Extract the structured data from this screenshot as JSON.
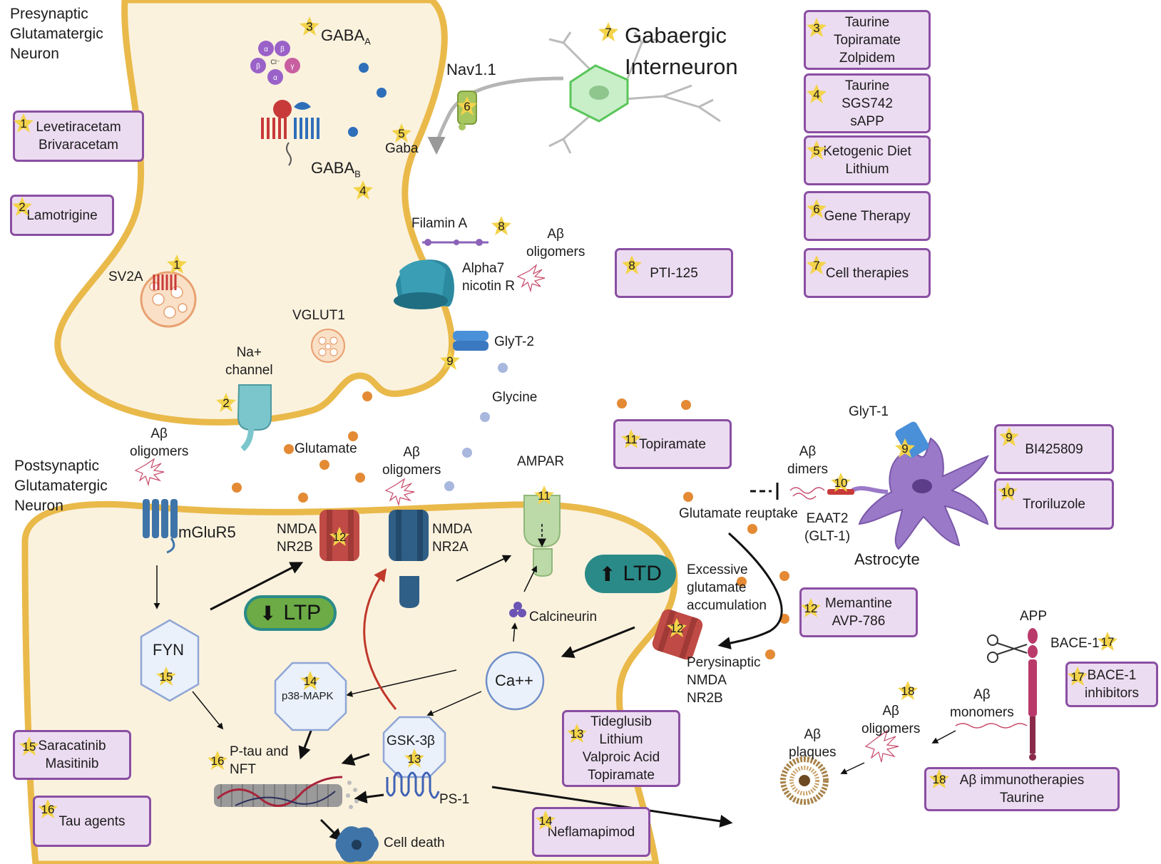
{
  "labels": {
    "presynaptic": [
      "Presynaptic",
      "Glutamatergic",
      "Neuron"
    ],
    "postsynaptic": [
      "Postsynaptic",
      "Glutamatergic",
      "Neuron"
    ],
    "gaba_a": "GABA",
    "gaba_a_sub": "A",
    "gaba_b": "GABA",
    "gaba_b_sub": "B",
    "gabaergic": [
      "Gabaergic",
      "Interneuron"
    ],
    "nav11": "Nav1.1",
    "gaba": "Gaba",
    "filamin": "Filamin A",
    "ab_oligomers_top": [
      "Aβ",
      "oligomers"
    ],
    "alpha7": [
      "Alpha7",
      "nicotin R"
    ],
    "sv2a": "SV2A",
    "vglut1": "VGLUT1",
    "glyt2": "GlyT-2",
    "na_channel": [
      "Na+",
      "channel"
    ],
    "glycine": "Glycine",
    "ab_oligomers_left": [
      "Aβ",
      "oligomers"
    ],
    "glutamate": "Glutamate",
    "ab_oligomers_mid": [
      "Aβ",
      "oligomers"
    ],
    "ampar": "AMPAR",
    "mglur5": "mGluR5",
    "nmda_nr2b": [
      "NMDA",
      "NR2B"
    ],
    "nmda_nr2a": [
      "NMDA",
      "NR2A"
    ],
    "ltp": "LTP",
    "ltd": "LTD",
    "calcineurin": "Calcineurin",
    "fyn": "FYN",
    "ca": "Ca++",
    "p38": "p38-MAPK",
    "gsk": "GSK-3β",
    "ptau": [
      "P-tau and",
      "NFT"
    ],
    "ps1": "PS-1",
    "cell_death": "Cell death",
    "glyt1": "GlyT-1",
    "ab_dimers": [
      "Aβ",
      "dimers"
    ],
    "glut_reuptake": "Glutamate reuptake",
    "eaat2": [
      "EAAT2",
      "(GLT-1)"
    ],
    "astrocyte": "Astrocyte",
    "excessive": [
      "Excessive",
      "glutamate",
      "accumulation"
    ],
    "perisynaptic": [
      "Perysinaptic",
      "NMDA",
      "NR2B"
    ],
    "app": "APP",
    "bace1": "BACE-1",
    "ab_oligomers_right": [
      "Aβ",
      "oligomers"
    ],
    "ab_monomers": [
      "Aβ",
      "monomers"
    ],
    "ab_plaques": [
      "Aβ",
      "plaques"
    ],
    "channel_sub": [
      "α",
      "β",
      "β",
      "α",
      "γ",
      "Cl⁻"
    ]
  },
  "markers": {
    "gaba_a": "3",
    "gabaergic": "7",
    "levetiracetam": "1",
    "sv2a": "1",
    "gaba": "5",
    "nav11": "6",
    "gaba_b": "4",
    "filamin": "8",
    "glyt2": "9",
    "na_channel": "2",
    "nmda_nr2b": "12",
    "ampar": "11",
    "ampar_box": "11",
    "glyt1": "9",
    "eaat2": "10",
    "perisynaptic": "12",
    "fyn": "15",
    "p38": "14",
    "gsk": "13",
    "ptau": "16",
    "bace1": "17",
    "ab_oligomers_right": "18"
  },
  "boxes": {
    "b1": {
      "num": "1",
      "lines": [
        "Levetiracetam",
        "Brivaracetam"
      ]
    },
    "b2": {
      "num": "2",
      "lines": [
        "Lamotrigine"
      ]
    },
    "b3": {
      "num": "3",
      "lines": [
        "Taurine",
        "Topiramate",
        "Zolpidem"
      ]
    },
    "b4": {
      "num": "4",
      "lines": [
        "Taurine",
        "SGS742",
        "sAPP"
      ]
    },
    "b5": {
      "num": "5",
      "lines": [
        "Ketogenic Diet",
        "Lithium"
      ]
    },
    "b6": {
      "num": "6",
      "lines": [
        "Gene Therapy"
      ]
    },
    "b7": {
      "num": "7",
      "lines": [
        "Cell therapies"
      ]
    },
    "b8": {
      "num": "8",
      "lines": [
        "PTI-125"
      ]
    },
    "b11": {
      "num": "11",
      "lines": [
        "Topiramate"
      ]
    },
    "b9": {
      "num": "9",
      "lines": [
        "BI425809"
      ]
    },
    "b10": {
      "num": "10",
      "lines": [
        "Troriluzole"
      ]
    },
    "b12": {
      "num": "12",
      "lines": [
        "Memantine",
        "AVP-786"
      ]
    },
    "b13": {
      "num": "13",
      "lines": [
        "Tideglusib",
        "Lithium",
        "Valproic Acid",
        "Topiramate"
      ]
    },
    "b14": {
      "num": "14",
      "lines": [
        "Neflamapimod"
      ]
    },
    "b15": {
      "num": "15",
      "lines": [
        "Saracatinib",
        "Masitinib"
      ]
    },
    "b16": {
      "num": "16",
      "lines": [
        "Tau agents"
      ]
    },
    "b17": {
      "num": "17",
      "lines": [
        "BACE-1",
        "inhibitors"
      ]
    },
    "b18": {
      "num": "18",
      "lines": [
        "Aβ immunotherapies",
        "Taurine"
      ]
    }
  },
  "colors": {
    "membrane": "#e9b94a",
    "cytoplasm": "#fbf2de",
    "box_fill": "#ecdcf1",
    "box_border": "#8a4fa3",
    "star": "#f3d34a",
    "glutamate_dot": "#e48a34",
    "gaba_dot": "#2f6fba",
    "glycine_dot": "#a8b7dd",
    "ltp": "#6cab46",
    "ltd": "#2a8a88",
    "astrocyte": "#9a79c8",
    "nmda_nr2b": "#c04a45",
    "nmda_nr2a": "#2f5f86",
    "ampar": "#bcd9a8"
  }
}
